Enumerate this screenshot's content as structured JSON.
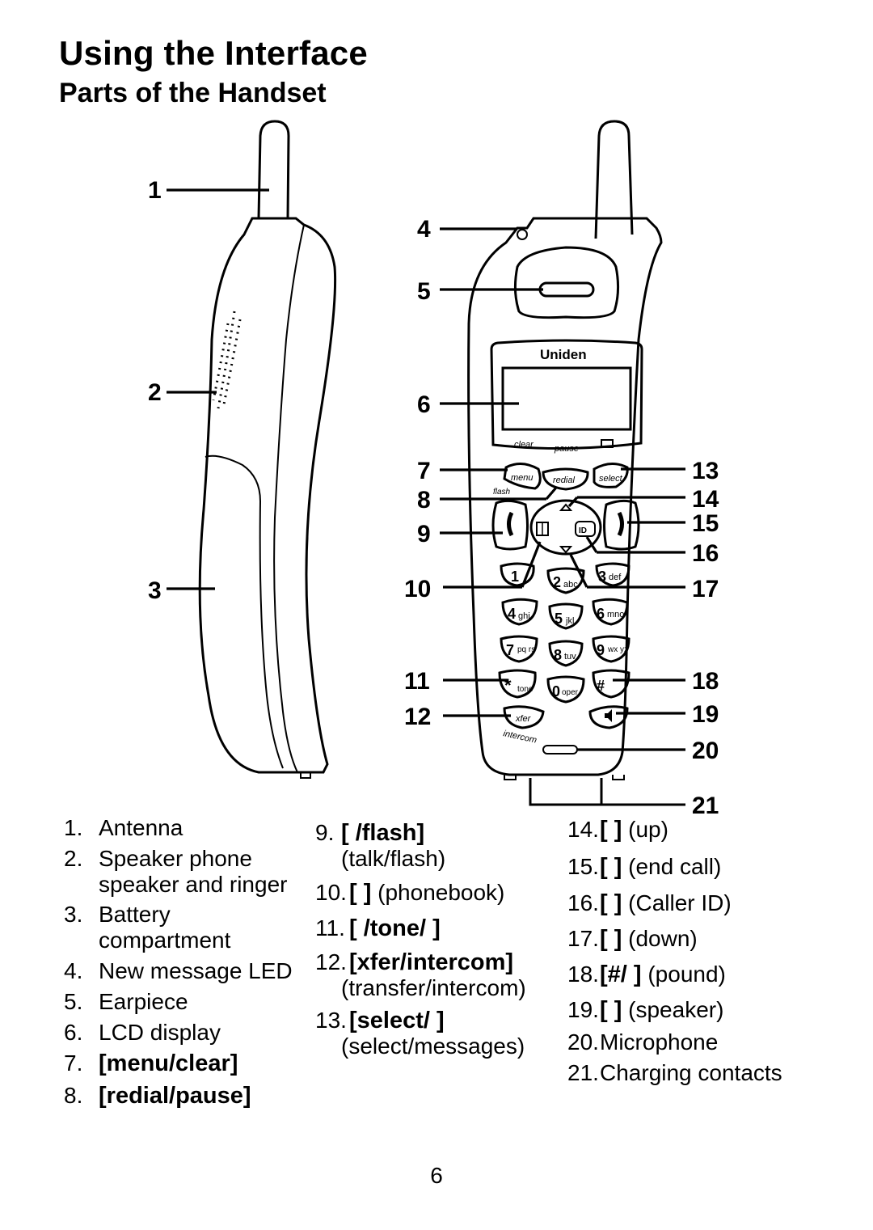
{
  "page": {
    "title": "Using the Interface",
    "subtitle": "Parts of the Handset",
    "page_number": "6"
  },
  "figure": {
    "brand": "Uniden",
    "callouts": [
      "1",
      "2",
      "3",
      "4",
      "5",
      "6",
      "7",
      "8",
      "9",
      "10",
      "11",
      "12",
      "13",
      "14",
      "15",
      "16",
      "17",
      "18",
      "19",
      "20",
      "21"
    ],
    "key_text": {
      "clear": "clear",
      "pause": "pause",
      "menu": "menu",
      "redial": "redial",
      "select": "select",
      "flash": "flash",
      "xfer": "xfer",
      "intercom": "intercom",
      "tone": "tone",
      "oper": "oper",
      "id": "ID",
      "k1": "1",
      "k2": "2",
      "k2s": "abc",
      "k3": "3",
      "k3s": "def",
      "k4": "4",
      "k4s": "ghi",
      "k5": "5",
      "k5s": "jkl",
      "k6": "6",
      "k6s": "mno",
      "k7": "7",
      "k7s": "pq rs",
      "k8": "8",
      "k8s": "tuv",
      "k9": "9",
      "k9s": "wx yz",
      "k0": "0",
      "star": "*",
      "pound": "#"
    }
  },
  "list_col1": [
    {
      "n": "1.",
      "text": "Antenna"
    },
    {
      "n": "2.",
      "text": "Speaker phone speaker and ringer"
    },
    {
      "n": "3.",
      "text": "Battery compartment"
    },
    {
      "n": "4.",
      "text": "New message LED"
    },
    {
      "n": "5.",
      "text": "Earpiece"
    },
    {
      "n": "6.",
      "text": "LCD display"
    },
    {
      "n": "7.",
      "text": "[menu/clear]"
    },
    {
      "n": "8.",
      "text": "[redial/pause]"
    }
  ],
  "list_col2": [
    {
      "n": "9.",
      "key": "[ /flash]",
      "desc": "(talk/flash)"
    },
    {
      "n": "10.",
      "key": "[ ]",
      "desc": "(phonebook)"
    },
    {
      "n": "11.",
      "key": "[ /tone/ ]",
      "desc": ""
    },
    {
      "n": "12.",
      "key": "[xfer/intercom]",
      "desc": "(transfer/intercom)"
    },
    {
      "n": "13.",
      "key": "[select/ ]",
      "desc": "(select/messages)"
    }
  ],
  "list_col3": [
    {
      "n": "14.",
      "key": "[ ]",
      "desc": "(up)"
    },
    {
      "n": "15.",
      "key": "[ ]",
      "desc": "(end call)"
    },
    {
      "n": "16.",
      "key": "[ ]",
      "desc": "(Caller ID)"
    },
    {
      "n": "17.",
      "key": "[ ]",
      "desc": "(down)"
    },
    {
      "n": "18.",
      "key": "[#/ ]",
      "desc": "(pound)"
    },
    {
      "n": "19.",
      "key": "[ ]",
      "desc": "(speaker)"
    },
    {
      "n": "20.",
      "text": "Microphone"
    },
    {
      "n": "21.",
      "text": "Charging contacts"
    }
  ]
}
